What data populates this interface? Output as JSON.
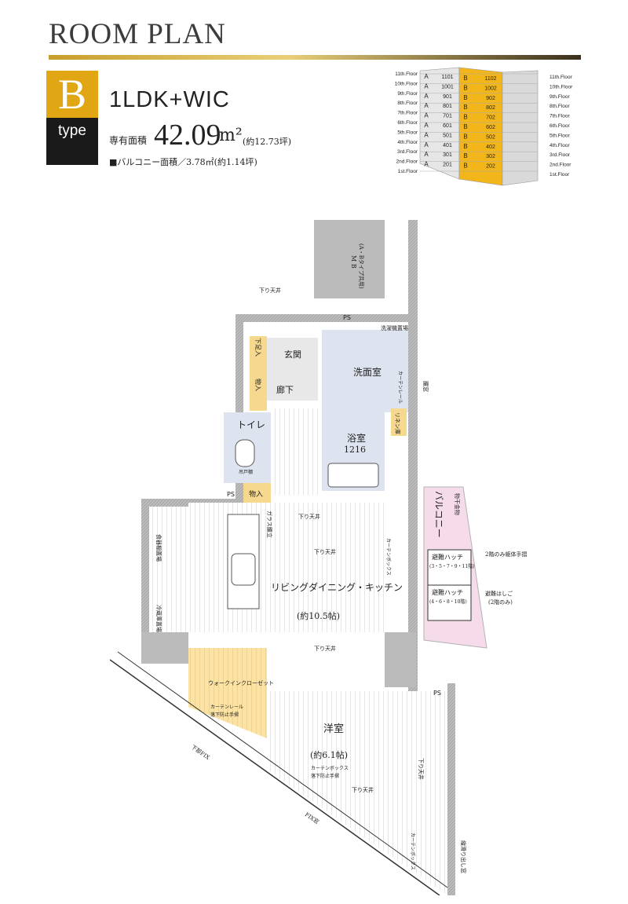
{
  "header": {
    "title": "ROOM PLAN",
    "type_letter": "B",
    "type_label": "type",
    "layout": "1LDK+WIC",
    "area_label": "専有面積",
    "area_value": "42.09",
    "area_unit": "m²",
    "area_tsubo": "(約12.73坪)",
    "balcony": "■バルコニー面積／3.78㎡(約1.14坪)"
  },
  "elevation": {
    "left_floors": [
      "11th.Floor",
      "10th.Floor",
      "9th.Floor",
      "8th.Floor",
      "7th.Floor",
      "6th.Floor",
      "5th.Floor",
      "4th.Floor",
      "3rd.Floor",
      "2nd.Floor",
      "1st.Floor"
    ],
    "right_floors": [
      "11th.Floor",
      "10th.Floor",
      "9th.Floor",
      "8th.Floor",
      "7th.Floor",
      "6th.Floor",
      "5th.Floor",
      "4th.Floor",
      "3rd.Floor",
      "2nd.Floor",
      "1st.Floor"
    ],
    "a_units": [
      "1101",
      "1001",
      "901",
      "801",
      "701",
      "601",
      "501",
      "401",
      "301",
      "201"
    ],
    "b_units": [
      "1102",
      "1002",
      "902",
      "802",
      "702",
      "602",
      "502",
      "402",
      "302",
      "202"
    ],
    "a_letter": "A",
    "b_letter": "B",
    "highlight_color": "#f2b61b"
  },
  "plan": {
    "mb": "M B",
    "mb_note": "(A・Bタイプ共用)",
    "shimo_tenjo": "下り天井",
    "ps": "PS",
    "genkan": "玄関",
    "geta": "下足入",
    "mono": "物入",
    "roka": "廊下",
    "senmen": "洗面室",
    "sentaku": "洗濯機置場",
    "curtain_rail": "カーテンレール",
    "linen": "リネン庫",
    "yokushitsu": "浴室",
    "yoku_size": "1216",
    "toilet": "トイレ",
    "tana": "吊戸棚",
    "ldk": "リビングダイニング・キッチン",
    "ldk_size": "(約10.5帖)",
    "garasu": "ガラス腰立",
    "shokki": "食器棚置場",
    "reizo": "冷蔵庫置場",
    "curtain_box": "カーテンボックス",
    "balcony": "バルコニー",
    "monohoshi": "物干金物",
    "hatch1": "避難ハッチ",
    "hatch1_floors": "(3・5・7・9・11階)",
    "hatch2": "避難ハッチ",
    "hatch2_floors": "(4・6・8・10階)",
    "tesuri_note": "2階のみ躯体手摺",
    "hashigo": "避難はしご",
    "hashigo_note": "(2階のみ)",
    "wic": "ウォークインクローゼット",
    "curtain_fall": "カーテンレール",
    "fall_guard": "落下防止手摺",
    "youshitsu": "洋室",
    "youshitsu_size": "(約6.1帖)",
    "koshimado": "腰窓",
    "fix_window": "FIX窓",
    "shita_fix": "下部FIX",
    "tate_suberi": "縦滑り出し窓"
  }
}
